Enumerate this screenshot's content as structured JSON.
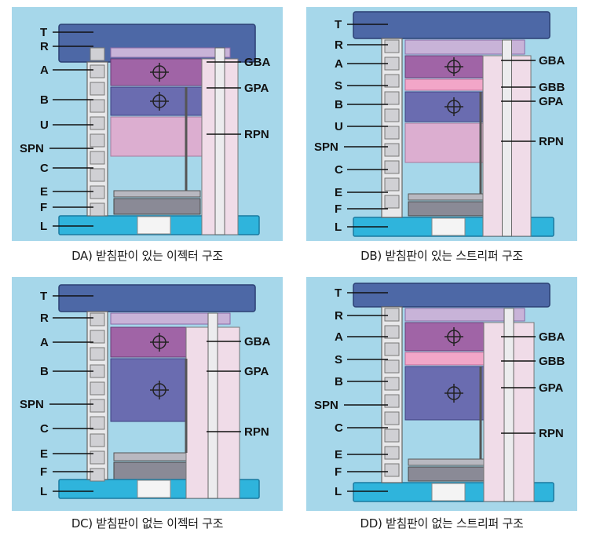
{
  "panels": [
    {
      "id": "DA",
      "caption": "DA) 받침판이 있는 이젝터 구조",
      "left_labels": [
        "T",
        "R",
        "A",
        "B",
        "U",
        "SPN",
        "C",
        "E",
        "F",
        "L"
      ],
      "right_labels": [
        "GBA",
        "GPA",
        "RPN"
      ]
    },
    {
      "id": "DB",
      "caption": "DB) 받침판이 있는 스트리퍼 구조",
      "left_labels": [
        "T",
        "R",
        "A",
        "S",
        "B",
        "U",
        "SPN",
        "C",
        "E",
        "F",
        "L"
      ],
      "right_labels": [
        "GBA",
        "GBB",
        "GPA",
        "RPN"
      ]
    },
    {
      "id": "DC",
      "caption": "DC) 받침판이 없는 이젝터 구조",
      "left_labels": [
        "T",
        "R",
        "A",
        "B",
        "SPN",
        "C",
        "E",
        "F",
        "L"
      ],
      "right_labels": [
        "GBA",
        "GPA",
        "RPN"
      ]
    },
    {
      "id": "DD",
      "caption": "DD) 받침판이 없는 스트리퍼 구조",
      "left_labels": [
        "T",
        "R",
        "A",
        "S",
        "B",
        "SPN",
        "C",
        "E",
        "F",
        "L"
      ],
      "right_labels": [
        "GBA",
        "GBB",
        "GPA",
        "RPN"
      ]
    }
  ],
  "colors": {
    "background": "#a6d7ea",
    "top_plate": "#4d68a6",
    "runner_plate": "#c8b3d8",
    "plate_a": "#a064a6",
    "stripper_plate": "#f2a6c8",
    "plate_b": "#6a6cb0",
    "support_plate": "#dcaed0",
    "ejector_plate": "#8a8a96",
    "clamp_plate": "#2fb4dc"
  }
}
